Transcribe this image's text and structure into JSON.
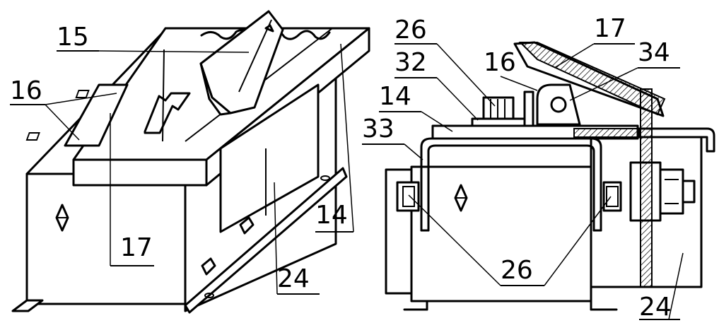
{
  "callouts": {
    "left": {
      "c15": "15",
      "c16": "16",
      "c17": "17",
      "c14": "14",
      "c24": "24"
    },
    "right": {
      "c26_top": "26",
      "c17": "17",
      "c32": "32",
      "c16": "16",
      "c34": "34",
      "c14": "14",
      "c33": "33",
      "c26_bottom": "26",
      "c24": "24"
    }
  }
}
